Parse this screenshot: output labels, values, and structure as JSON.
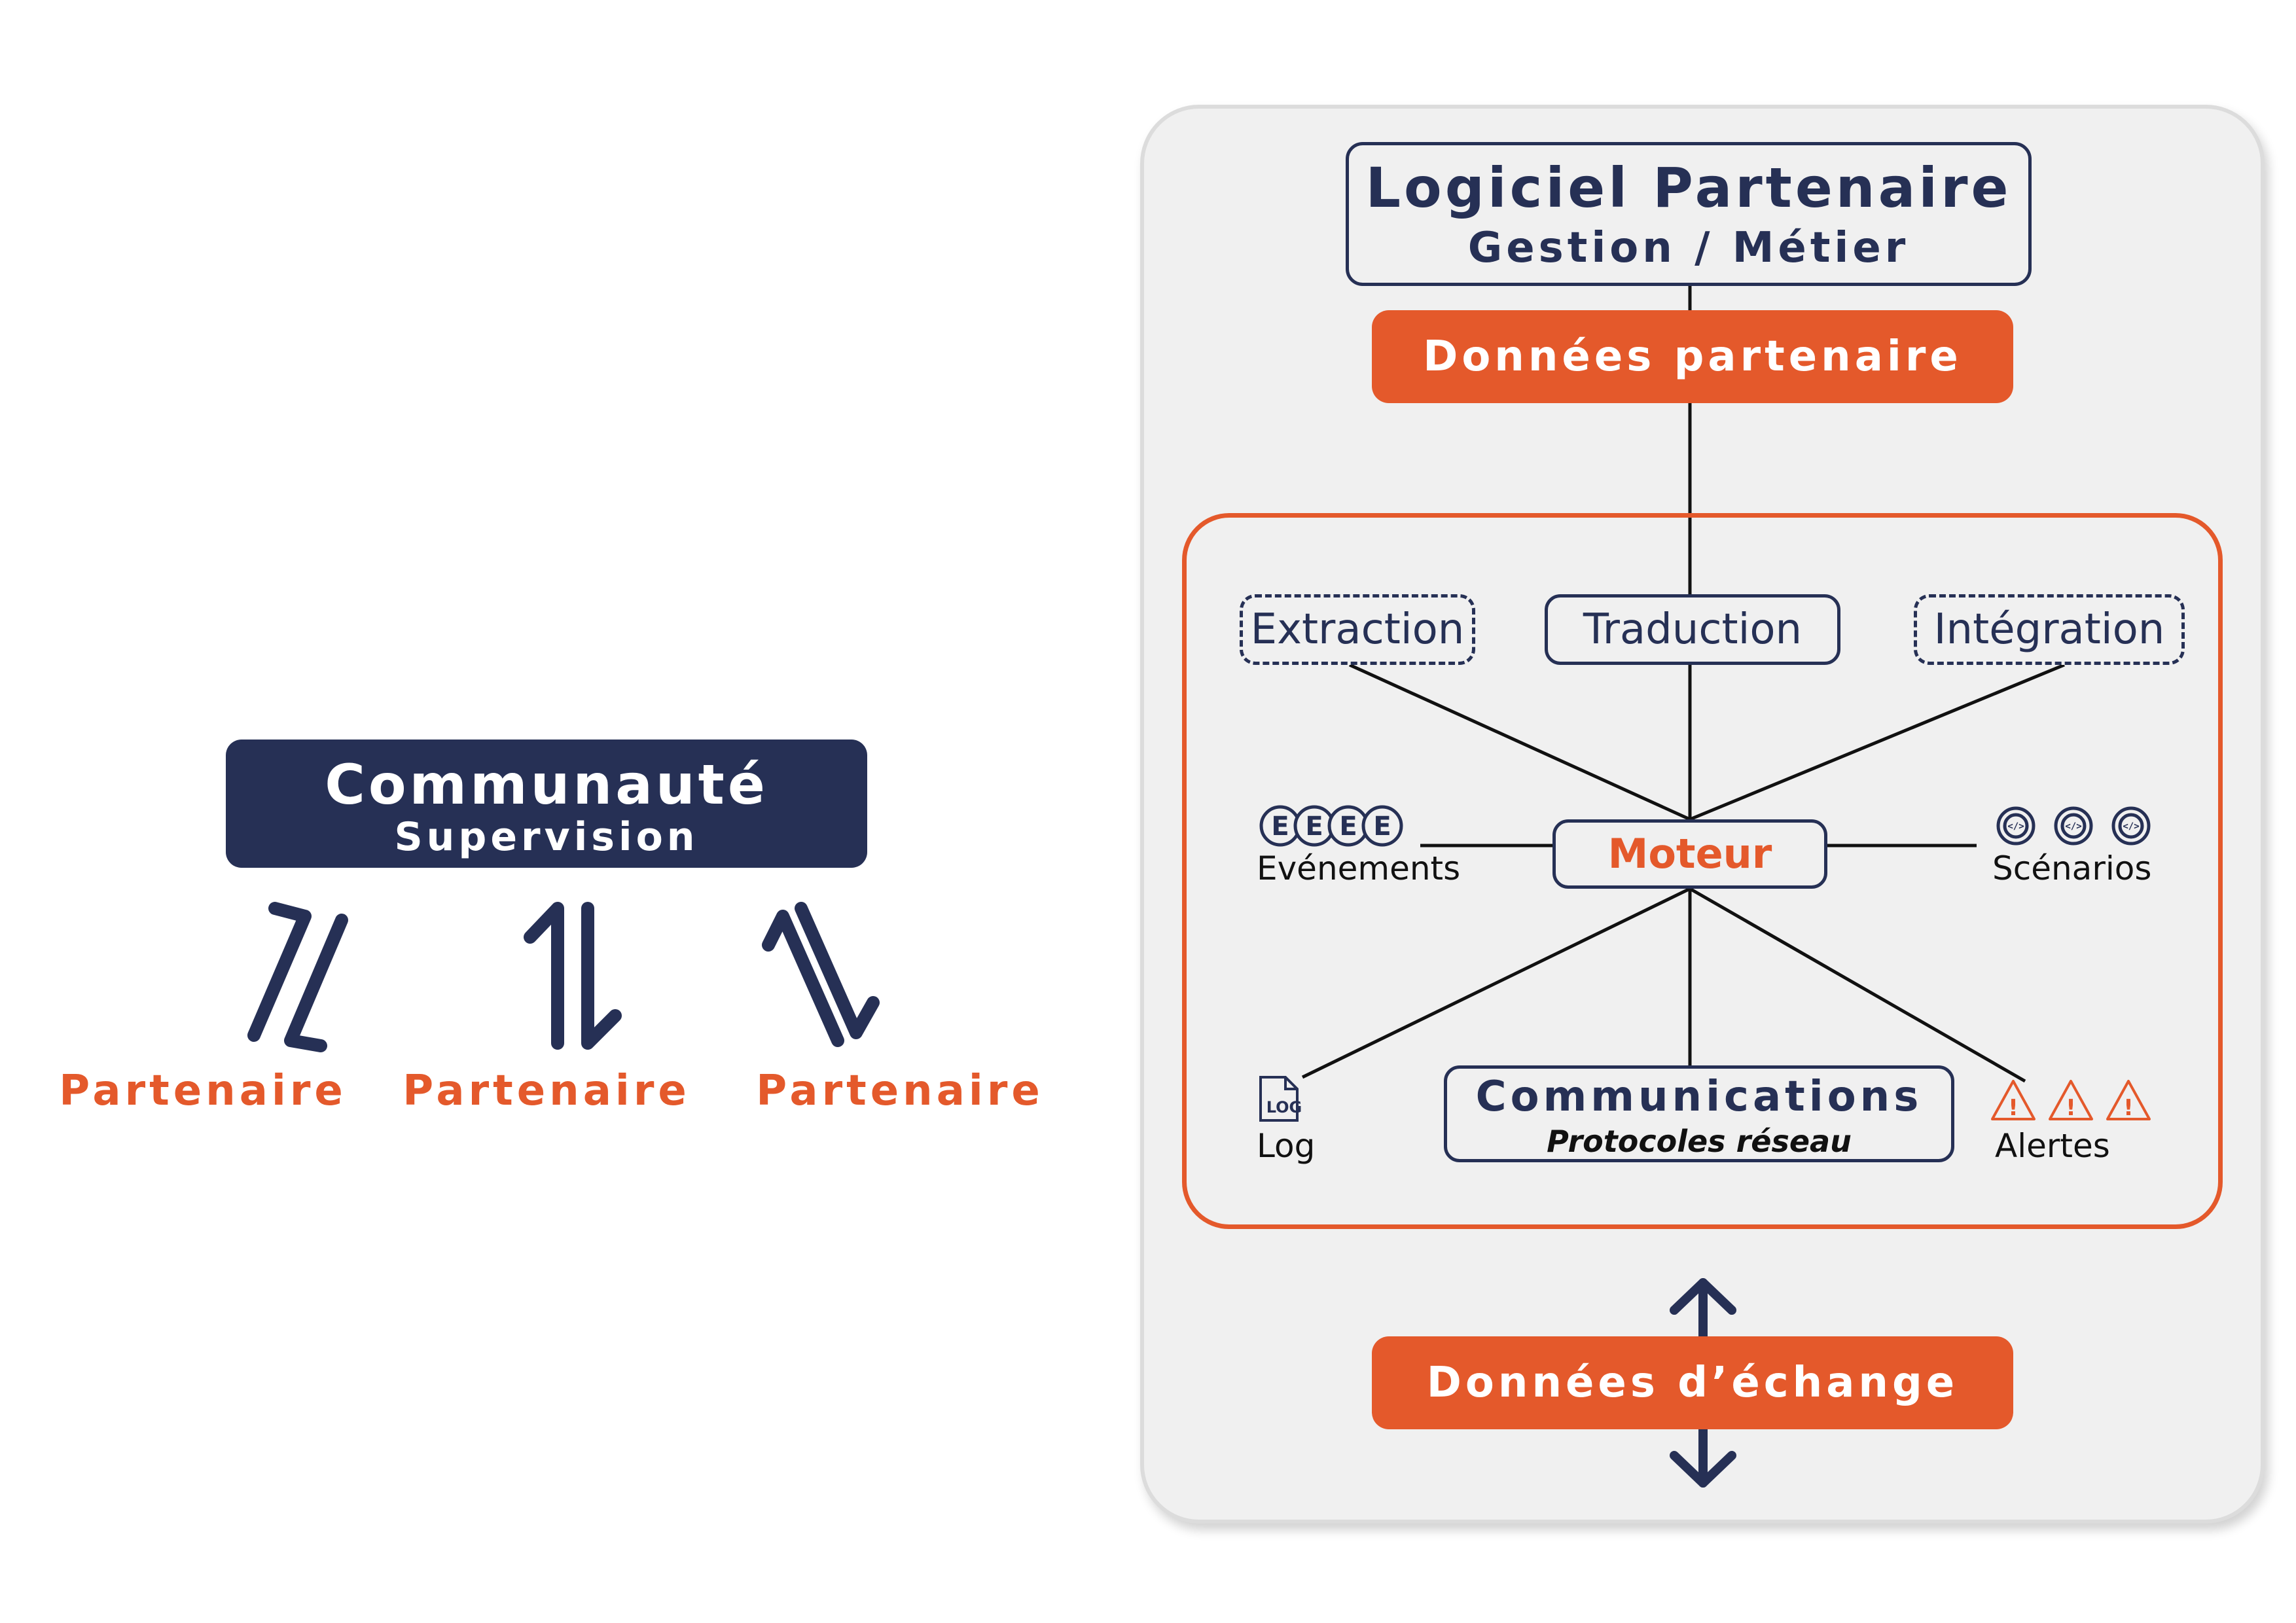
{
  "community": {
    "title": "Communauté",
    "subtitle": "Supervision",
    "partners": [
      "Partenaire",
      "Partenaire",
      "Partenaire"
    ]
  },
  "software": {
    "title": "Logiciel Partenaire",
    "subtitle": "Gestion / Métier"
  },
  "partner_data": "Données partenaire",
  "exchange_data": "Données d’échange",
  "engine": {
    "steps": [
      "Extraction",
      "Traduction",
      "Intégration"
    ],
    "core": "Moteur",
    "events": {
      "label": "Evénements",
      "badge": "E"
    },
    "scenarios": {
      "label": "Scénarios",
      "badge": "</>"
    },
    "log": {
      "label": "Log",
      "badge": "LOG"
    },
    "alerts": {
      "label": "Alertes",
      "badge": "!"
    },
    "communications": {
      "title": "Communications",
      "subtitle": "Protocoles réseau"
    }
  },
  "colors": {
    "navy": "#263055",
    "orange": "#e4592b",
    "panel": "#f0f0f0"
  }
}
